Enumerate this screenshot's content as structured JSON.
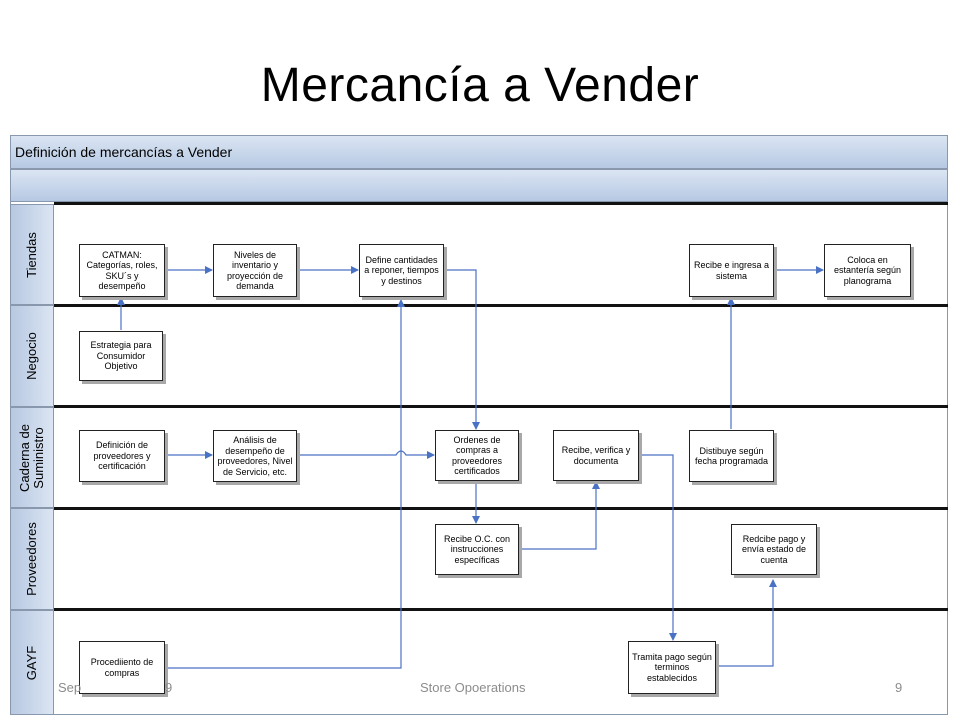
{
  "slide": {
    "title": "Mercancía a Vender",
    "footer_date": "Sep",
    "footer_date_tail": "9",
    "footer_center": "Store Opoerations",
    "footer_page": "9"
  },
  "diagram": {
    "title": "Definición de mercancías a Vender",
    "lanes": [
      "Tiendas",
      "Negocio",
      "Caderna de\nSuministro",
      "Proveedores",
      "GAYF"
    ],
    "steps": {
      "catman": "CATMAN: Categorías, roles, SKU´s y desempeño",
      "niveles": "Niveles de inventario y proyección de demanda",
      "define": "Define cantidades a reponer, tiempos y destinos",
      "recibe_ingresa": "Recibe e ingresa a sistema",
      "coloca": "Coloca en estantería según planograma",
      "estrategia": "Estrategia para Consumidor Objetivo",
      "definicion_prov": "Definición de proveedores y certificación",
      "analisis": "Análisis de desempeño de proveedores, Nivel de Servicio, etc.",
      "ordenes": "Ordenes de compras a proveedores certificados",
      "recibe_verifica": "Recibe, verifica y documenta",
      "distribuye": "Distibuye según fecha programada",
      "recibe_oc": "Recibe O.C. con instrucciones específicas",
      "recibe_pago": "Redcibe pago y envía estado de cuenta",
      "procedimiento": "Procediiento de compras",
      "tramita": "Tramita pago según terminos establecidos"
    }
  },
  "colors": {
    "connector": "#4a72c4",
    "header_fill": "#c6d5ea",
    "lane_divider": "#111111"
  }
}
